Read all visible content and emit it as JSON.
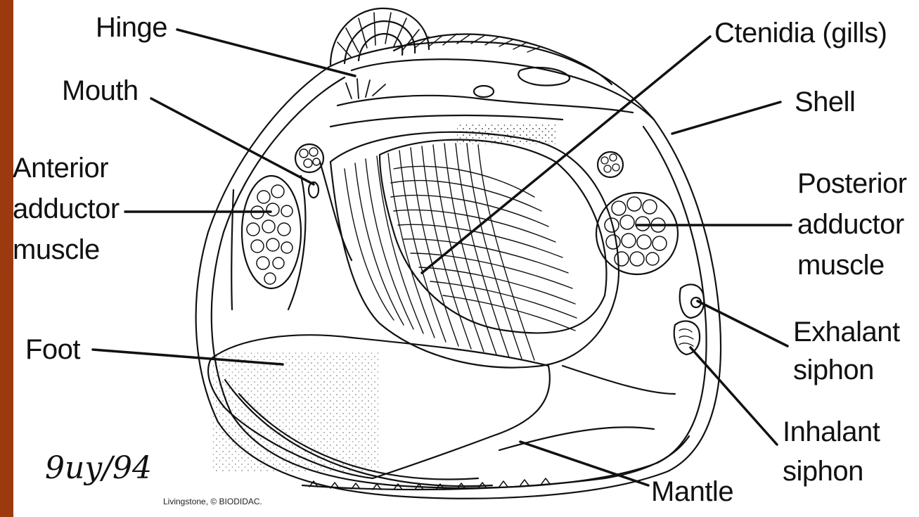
{
  "labels": {
    "hinge": "Hinge",
    "mouth": "Mouth",
    "anterior_adductor": [
      "Anterior",
      "adductor",
      "muscle"
    ],
    "foot": "Foot",
    "ctenidia": "Ctenidia (gills)",
    "shell": "Shell",
    "posterior_adductor": [
      "Posterior",
      "adductor",
      "muscle"
    ],
    "exhalant_siphon": [
      "Exhalant",
      "siphon"
    ],
    "inhalant_siphon": [
      "Inhalant",
      "siphon"
    ],
    "mantle": "Mantle"
  },
  "signature": "9uy/94",
  "credit": "Livingstone, © BIODIDAC."
}
